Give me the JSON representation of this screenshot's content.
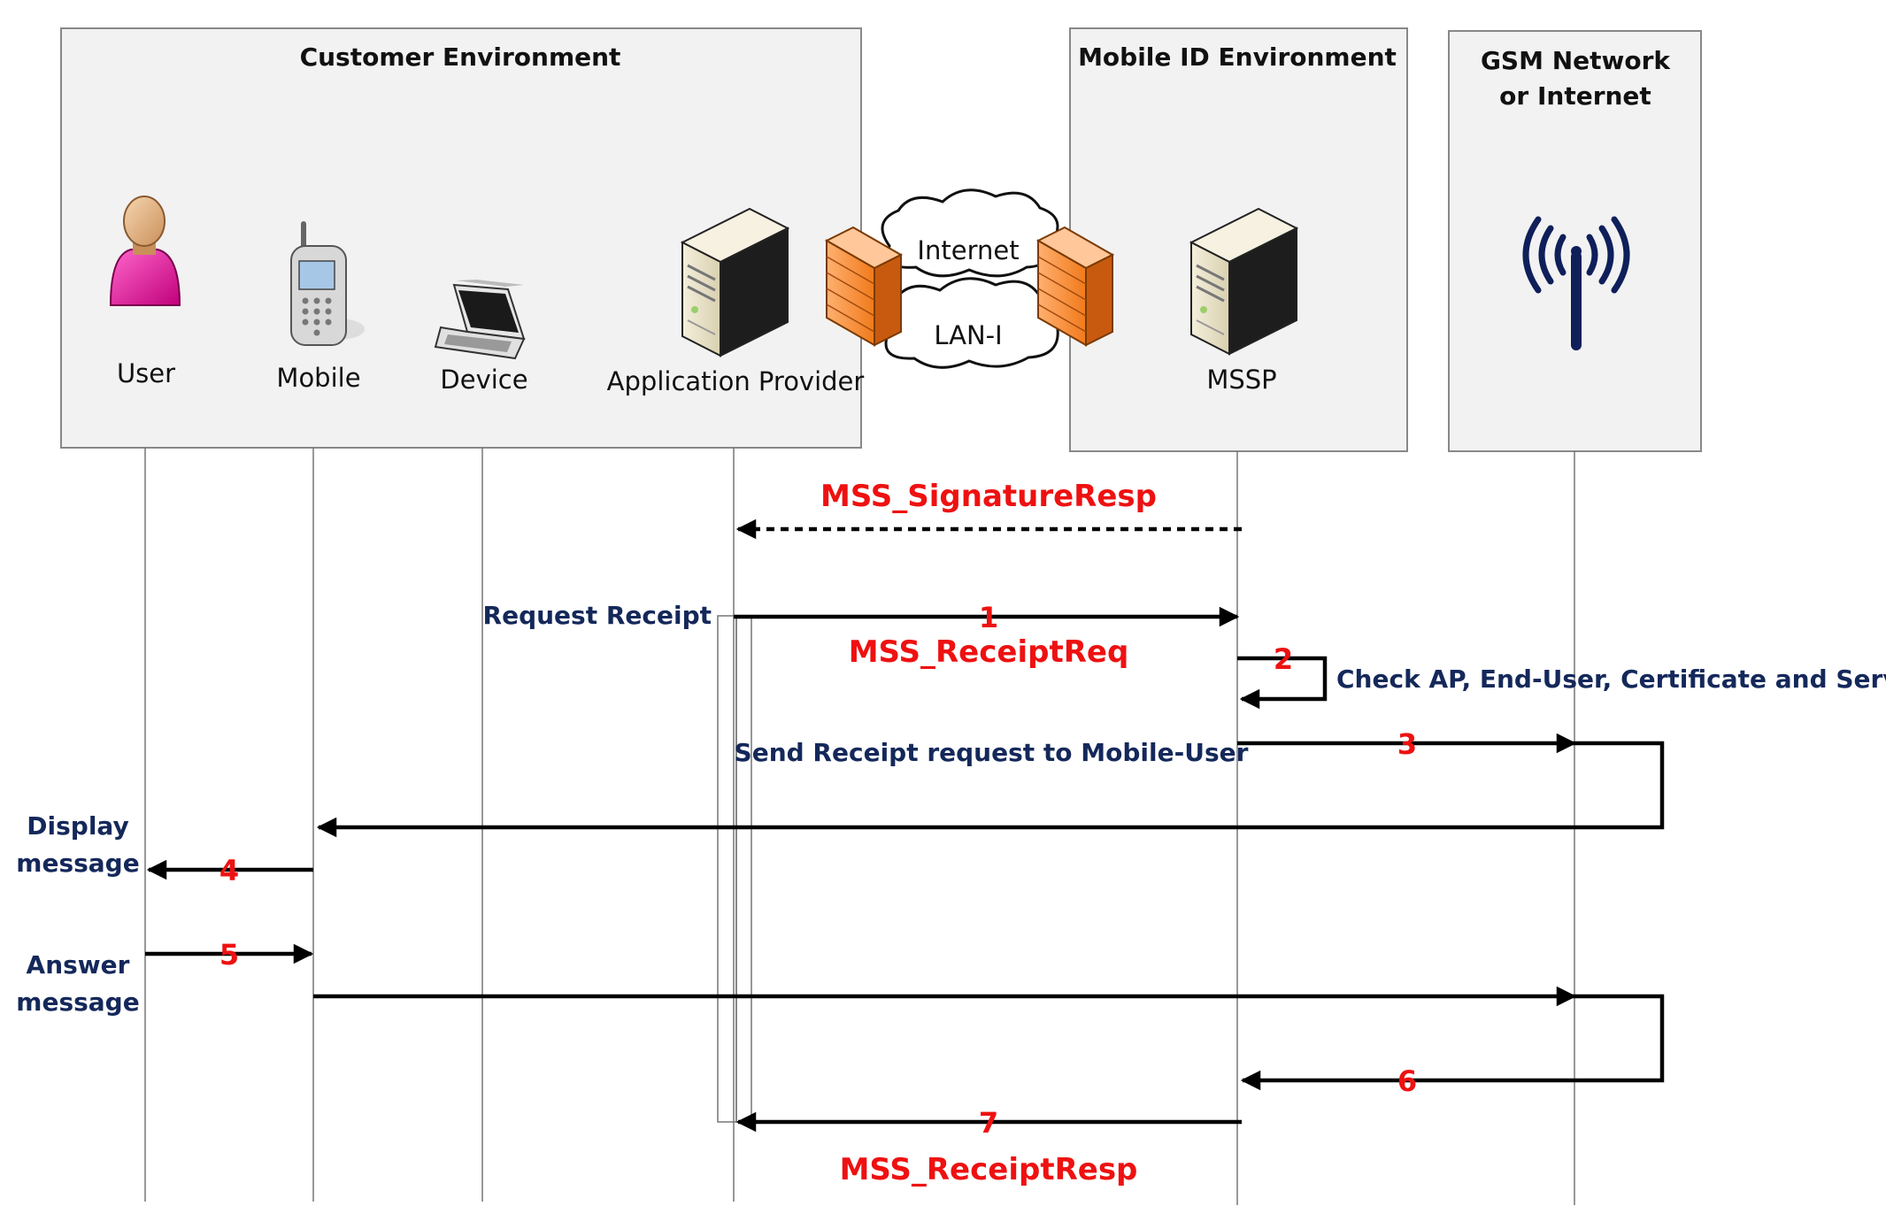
{
  "environments": {
    "customer": "Customer Environment",
    "mobile_id": "Mobile ID Environment",
    "gsm_line1": "GSM Network",
    "gsm_line2": "or Internet"
  },
  "actors": {
    "user": "User",
    "mobile": "Mobile",
    "device": "Device",
    "app_provider": "Application Provider",
    "mssp": "MSSP"
  },
  "network": {
    "internet": "Internet",
    "lan": "LAN-I"
  },
  "messages": {
    "signature_resp": "MSS_SignatureResp",
    "receipt_req": "MSS_ReceiptReq",
    "receipt_resp": "MSS_ReceiptResp"
  },
  "steps": [
    "1",
    "2",
    "3",
    "4",
    "5",
    "6",
    "7"
  ],
  "notes": {
    "request_receipt": "Request Receipt",
    "check": "Check AP, End-User, Certificate and Service",
    "send_receipt": "Send Receipt request to Mobile-User",
    "display_line1": "Display",
    "display_line2": "message",
    "answer_line1": "Answer",
    "answer_line2": "message"
  },
  "icons": [
    "user-icon",
    "mobile-phone-icon",
    "laptop-icon",
    "server-icon",
    "firewall-icon",
    "cloud-icon",
    "antenna-icon"
  ],
  "colors": {
    "message_red": "#ee1111",
    "note_navy": "#14285a",
    "panel_fill": "#f2f2f2",
    "antenna_navy": "#0f1f5a"
  }
}
